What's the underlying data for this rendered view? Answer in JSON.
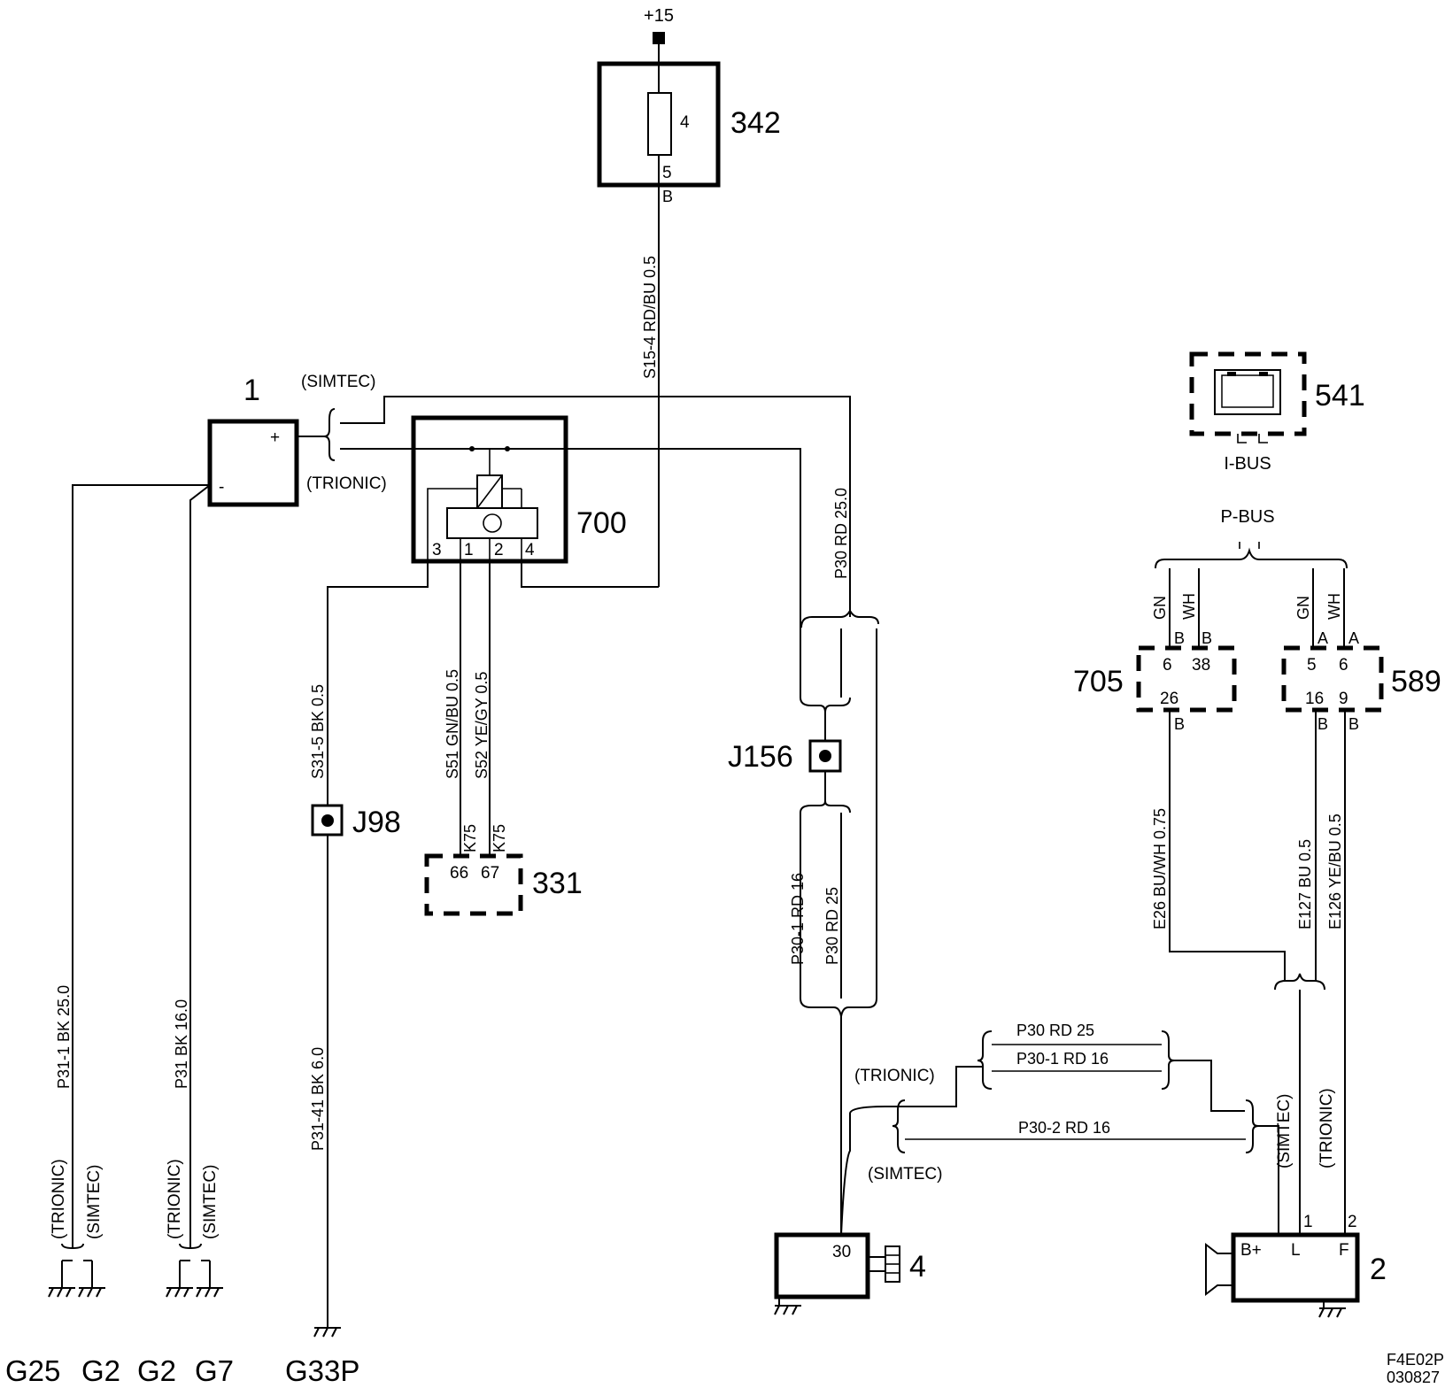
{
  "supply": {
    "label": "+15"
  },
  "components": {
    "c342": {
      "id": "342",
      "pin_in": "4",
      "pin_out": "5",
      "conn": "B"
    },
    "c1": {
      "id": "1",
      "plus": "+",
      "minus": "-"
    },
    "c700": {
      "id": "700",
      "pins": [
        "3",
        "1",
        "2",
        "4"
      ]
    },
    "c331": {
      "id": "331",
      "pins": [
        "66",
        "67"
      ],
      "conn": [
        "K75",
        "K75"
      ]
    },
    "c541": {
      "id": "541",
      "bus": "I-BUS"
    },
    "c705": {
      "id": "705",
      "pins_top": [
        "6",
        "38"
      ],
      "pin_bottom": "26",
      "conn_top": [
        "B",
        "B"
      ],
      "conn_bottom": "B"
    },
    "c589": {
      "id": "589",
      "pins_top": [
        "5",
        "6"
      ],
      "pins_bottom": [
        "16",
        "9"
      ],
      "conn_top": [
        "A",
        "A"
      ],
      "conn_bottom": [
        "B",
        "B"
      ]
    },
    "c4": {
      "id": "4",
      "pin": "30"
    },
    "c2": {
      "id": "2",
      "terminals": [
        "B+",
        "L",
        "F"
      ],
      "pins": [
        "1",
        "2"
      ]
    }
  },
  "junctions": {
    "j98": "J98",
    "j156": "J156"
  },
  "bus": {
    "pbus": "P-BUS",
    "gn": "GN",
    "wh": "WH"
  },
  "variants": {
    "simtec": "(SIMTEC)",
    "trionic": "(TRIONIC)"
  },
  "wires": {
    "s15_4": "S15-4  RD/BU  0.5",
    "p30_top": "P30  RD  25.0",
    "s31_5": "S31-5  BK  0.5",
    "s51": "S51  GN/BU  0.5",
    "s52": "S52  YE/GY  0.5",
    "p31_1": "P31-1  BK  25.0",
    "p31": "P31  BK  16.0",
    "p31_41": "P31-41  BK  6.0",
    "p30_1_v": "P30-1  RD  16",
    "p30_v": "P30  RD  25",
    "e26": "E26  BU/WH  0.75",
    "e127": "E127  BU  0.5",
    "e126": "E126  YE/BU  0.5",
    "p30_h": "P30  RD  25",
    "p30_1_h": "P30-1  RD  16",
    "p30_2_h": "P30-2  RD  16"
  },
  "grounds": [
    "G25",
    "G2",
    "G2",
    "G7",
    "G33P"
  ],
  "footer": {
    "code": "F4E02P",
    "date": "030827"
  }
}
